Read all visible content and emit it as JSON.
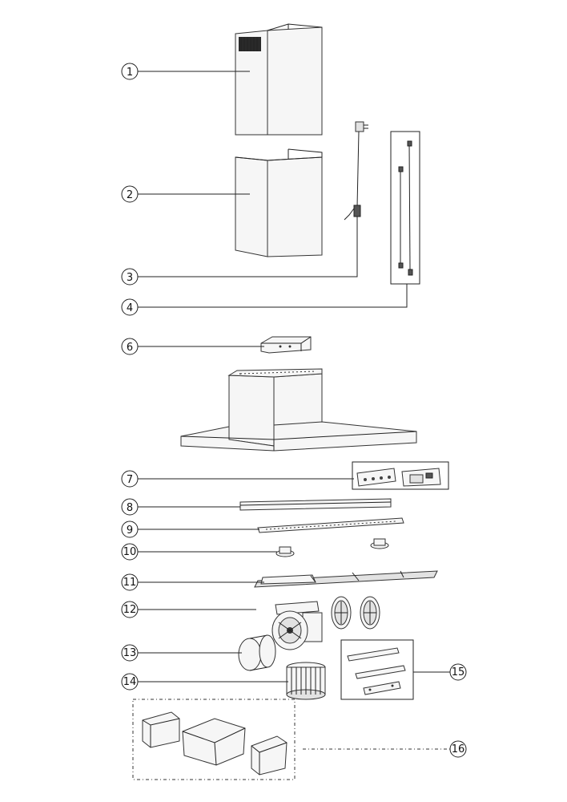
{
  "labels": {
    "l1": "1",
    "l2": "2",
    "l3": "3",
    "l4": "4",
    "l6": "6",
    "l7": "7",
    "l8": "8",
    "l9": "9",
    "l10": "10",
    "l11": "11",
    "l12": "12",
    "l13": "13",
    "l14": "14",
    "l15": "15",
    "l16": "16"
  }
}
